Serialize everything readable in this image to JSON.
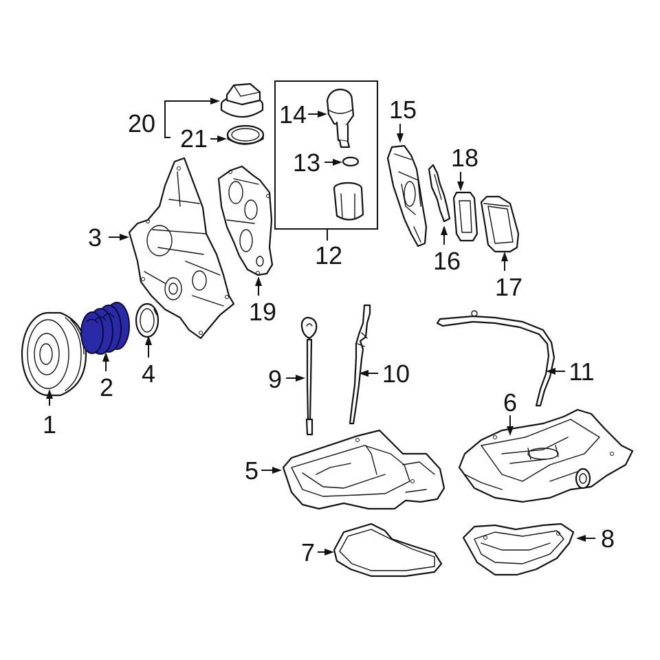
{
  "diagram": {
    "callouts": {
      "c1": "1",
      "c2": "2",
      "c3": "3",
      "c4": "4",
      "c5": "5",
      "c6": "6",
      "c7": "7",
      "c8": "8",
      "c9": "9",
      "c10": "10",
      "c11": "11",
      "c12": "12",
      "c13": "13",
      "c14": "14",
      "c15": "15",
      "c16": "16",
      "c17": "17",
      "c18": "18",
      "c19": "19",
      "c20": "20",
      "c21": "21"
    },
    "highlighted_part": "2",
    "colors": {
      "highlight": "#2a2aa8",
      "line": "#111111",
      "background": "#ffffff"
    }
  }
}
